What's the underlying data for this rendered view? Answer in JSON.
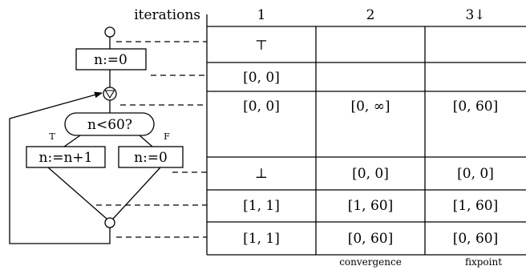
{
  "table": {
    "header_label": "iterations",
    "columns": [
      "1",
      "2",
      "3↓"
    ],
    "rows": [
      [
        "⊤",
        "",
        ""
      ],
      [
        "[0, 0]",
        "",
        ""
      ],
      [
        "[0, 0]",
        "[0, ∞]",
        "[0, 60]"
      ],
      [
        "⊥",
        "[0, 0]",
        "[0, 0]"
      ],
      [
        "[1, 1]",
        "[1, 60]",
        "[1, 60]"
      ],
      [
        "[1, 1]",
        "[0, 60]",
        "[0, 60]"
      ]
    ],
    "footnotes": {
      "col2": "convergence",
      "col3": "fixpoint"
    }
  },
  "flowchart": {
    "init": "n:=0",
    "condition": "n<60?",
    "true_label": "T",
    "false_label": "F",
    "true_branch": "n:=n+1",
    "false_branch": "n:=0"
  }
}
